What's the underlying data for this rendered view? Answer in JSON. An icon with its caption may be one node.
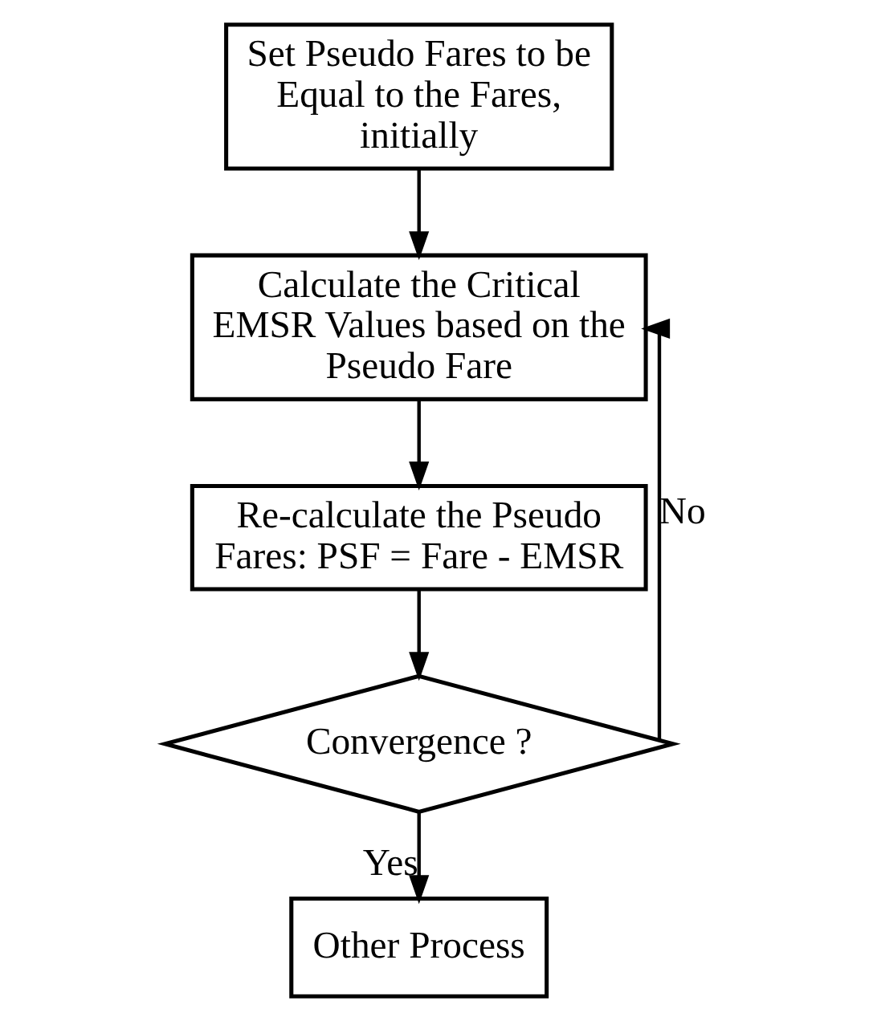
{
  "diagram": {
    "nodes": [
      {
        "text": [
          "Set Pseudo Fares to be Equal to the Fares, initially"
        ]
      },
      {
        "text": [
          "Calculate the Critical EMSR Values based on the Pseudo Fare"
        ]
      },
      {
        "text": [
          "Re-calculate the Pseudo Fares: PSF = Fare - EMSR"
        ]
      },
      {
        "text": [
          "Convergence ?"
        ]
      },
      {
        "text": [
          "Other Process"
        ]
      }
    ],
    "edges": [
      {
        "from": 0,
        "to": 1,
        "arrow": "to"
      },
      {
        "from": 1,
        "to": 2,
        "arrow": "to"
      },
      {
        "from": 2,
        "to": 3,
        "arrow": "to"
      },
      {
        "from": 3,
        "to": 1,
        "arrow": "to",
        "label": "No"
      },
      {
        "from": 3,
        "to": 4,
        "arrow": "to",
        "label": "Yes"
      }
    ]
  }
}
